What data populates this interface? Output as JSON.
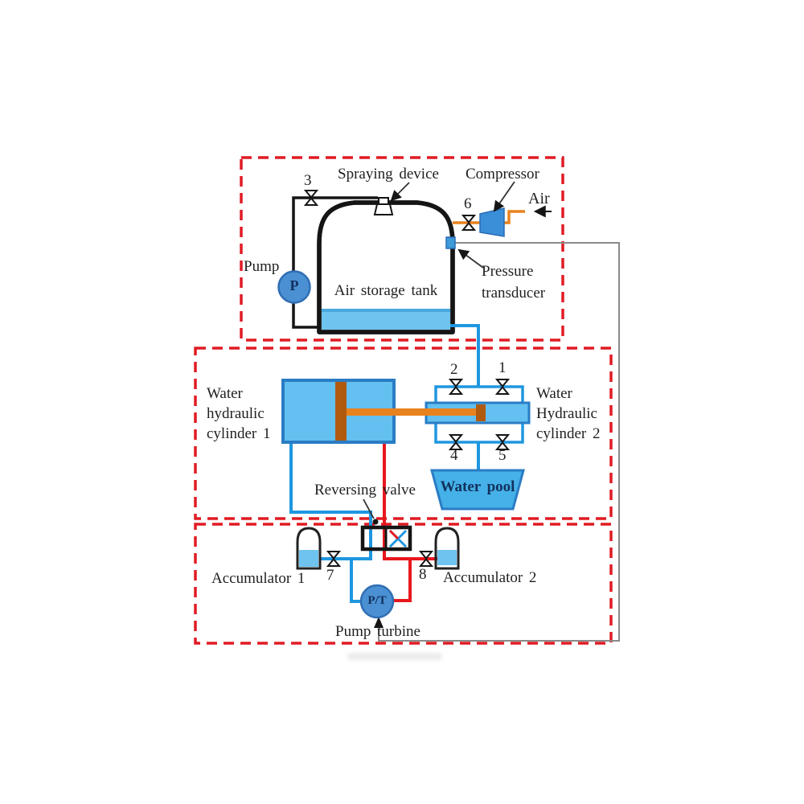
{
  "diagram": {
    "labels": {
      "valve_3": "3",
      "spraying_device": "Spraying device",
      "compressor": "Compressor",
      "air": "Air",
      "valve_6": "6",
      "pump": "Pump",
      "pump_symbol": "P",
      "air_storage_tank": "Air storage tank",
      "pressure_transducer_line1": "Pressure",
      "pressure_transducer_line2": "transducer",
      "valve_2": "2",
      "valve_1": "1",
      "cylinder1_line1": "Water",
      "cylinder1_line2": "hydraulic",
      "cylinder1_line3": "cylinder 1",
      "cylinder2_line1": "Water",
      "cylinder2_line2": "Hydraulic",
      "cylinder2_line3": "cylinder 2",
      "valve_4": "4",
      "valve_5": "5",
      "water_pool": "Water pool",
      "reversing_valve": "Reversing valve",
      "accumulator_1": "Accumulator 1",
      "valve_7": "7",
      "valve_8": "8",
      "accumulator_2": "Accumulator 2",
      "pt_symbol": "P/T",
      "pump_turbine": "Pump turbine"
    },
    "colors": {
      "boundary_red_dashed": "#e01b24",
      "pipe_blue": "#1e97e0",
      "pipe_red": "#e8171e",
      "pipe_orange": "#e8821e",
      "pipe_black": "#151515",
      "signal_gray": "#8a8a8a",
      "component_fill_light_blue": "#63c0f0",
      "component_fill_medium_blue": "#4a90d2",
      "component_border_blue": "#2a7cc4",
      "piston_brown": "#b05a10",
      "label_text": "#1f1f1f",
      "symbol_text_navy": "#12315e"
    }
  }
}
